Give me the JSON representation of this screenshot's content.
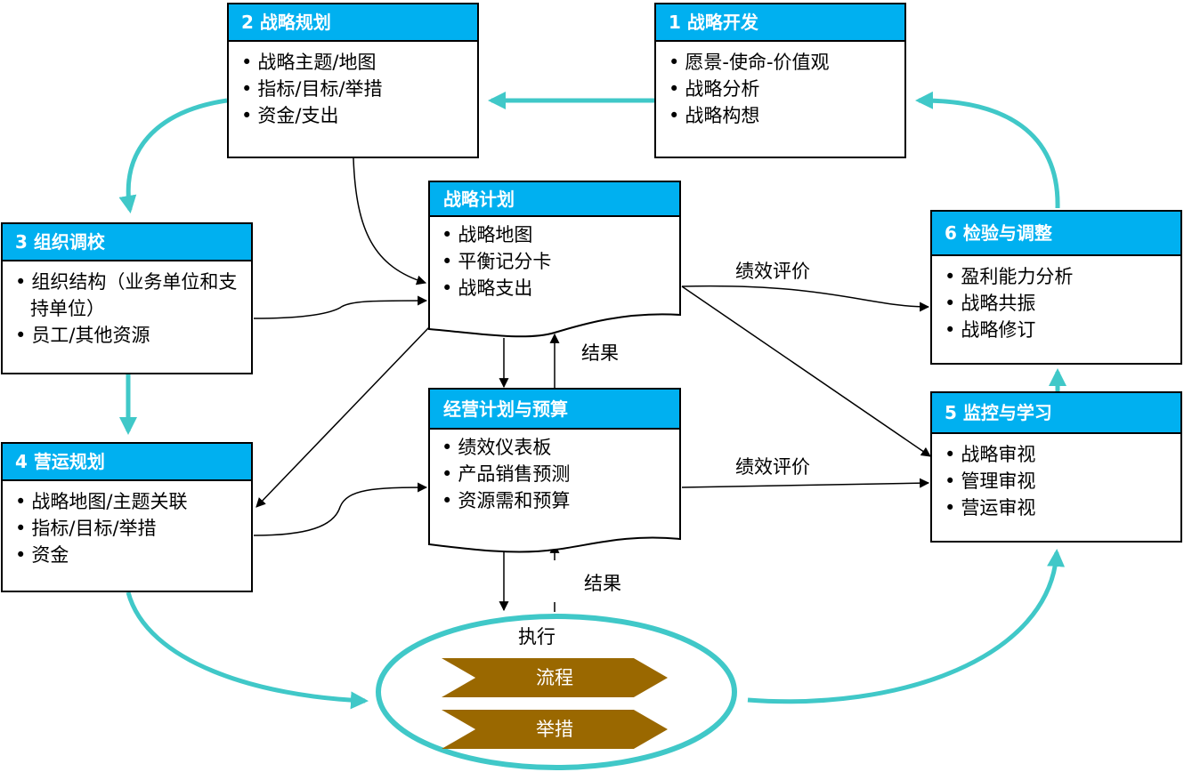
{
  "boxes": {
    "strategy_development": {
      "title": "1  战略开发",
      "items": [
        "愿景-使命-价值观",
        "战略分析",
        "战略构想"
      ]
    },
    "strategy_planning": {
      "title": "2  战略规划",
      "items": [
        "战略主题/地图",
        "指标/目标/举措",
        "资金/支出"
      ]
    },
    "org_alignment": {
      "title": "3  组织调校",
      "items": [
        "组织结构（业务单位和支持单位）",
        "员工/其他资源"
      ]
    },
    "ops_planning": {
      "title": "4  营运规划",
      "items": [
        "战略地图/主题关联",
        "指标/目标/举措",
        "资金"
      ]
    },
    "monitor_learn": {
      "title": "5  监控与学习",
      "items": [
        "战略审视",
        "管理审视",
        "营运审视"
      ]
    },
    "test_adapt": {
      "title": "6  检验与调整",
      "items": [
        "盈利能力分析",
        "战略共振",
        "战略修订"
      ]
    },
    "strategic_plan": {
      "title": "战略计划",
      "items": [
        "战略地图",
        "平衡记分卡",
        "战略支出"
      ]
    },
    "ops_plan_budget": {
      "title": "经营计划与预算",
      "items": [
        "绩效仪表板",
        "产品销售预测",
        "资源需和预算"
      ]
    }
  },
  "labels": {
    "perf_eval_top": "绩效评价",
    "perf_eval_bottom": "绩效评价",
    "result_top": "结果",
    "result_bottom": "结果",
    "execute": "执行"
  },
  "execution": {
    "process": "流程",
    "initiative": "举措"
  },
  "colors": {
    "header_blue": "#00b0f0",
    "cycle_teal": "#40c8c8",
    "chevron_brown": "#9a6800"
  }
}
